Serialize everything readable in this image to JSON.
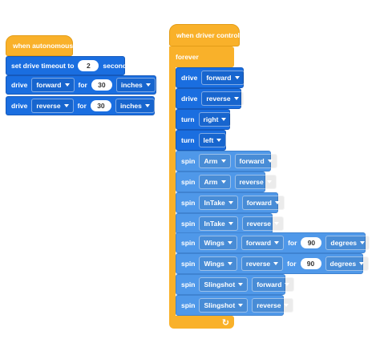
{
  "autonomous": {
    "hat_label": "when autonomous",
    "timeout": {
      "label": "set drive timeout to",
      "value": "2",
      "unit": "seconds"
    },
    "drive_fwd": {
      "verb": "drive",
      "dir": "forward",
      "for": "for",
      "value": "30",
      "unit": "inches"
    },
    "drive_rev": {
      "verb": "drive",
      "dir": "reverse",
      "for": "for",
      "value": "30",
      "unit": "inches"
    }
  },
  "driver": {
    "hat_label": "when driver control",
    "forever_label": "forever",
    "blocks": [
      {
        "verb": "drive",
        "arg": "forward"
      },
      {
        "verb": "drive",
        "arg": "reverse"
      },
      {
        "verb": "turn",
        "arg": "right"
      },
      {
        "verb": "turn",
        "arg": "left"
      }
    ],
    "spins": [
      {
        "verb": "spin",
        "motor": "Arm",
        "dir": "forward"
      },
      {
        "verb": "spin",
        "motor": "Arm",
        "dir": "reverse"
      },
      {
        "verb": "spin",
        "motor": "InTake",
        "dir": "forward"
      },
      {
        "verb": "spin",
        "motor": "InTake",
        "dir": "reverse"
      },
      {
        "verb": "spin",
        "motor": "Wings",
        "dir": "forward",
        "for": "for",
        "value": "90",
        "unit": "degrees"
      },
      {
        "verb": "spin",
        "motor": "Wings",
        "dir": "reverse",
        "for": "for",
        "value": "90",
        "unit": "degrees"
      },
      {
        "verb": "spin",
        "motor": "Slingshot",
        "dir": "forward"
      },
      {
        "verb": "spin",
        "motor": "Slingshot",
        "dir": "reverse"
      }
    ],
    "loop_icon": "loop-arrow-icon"
  }
}
